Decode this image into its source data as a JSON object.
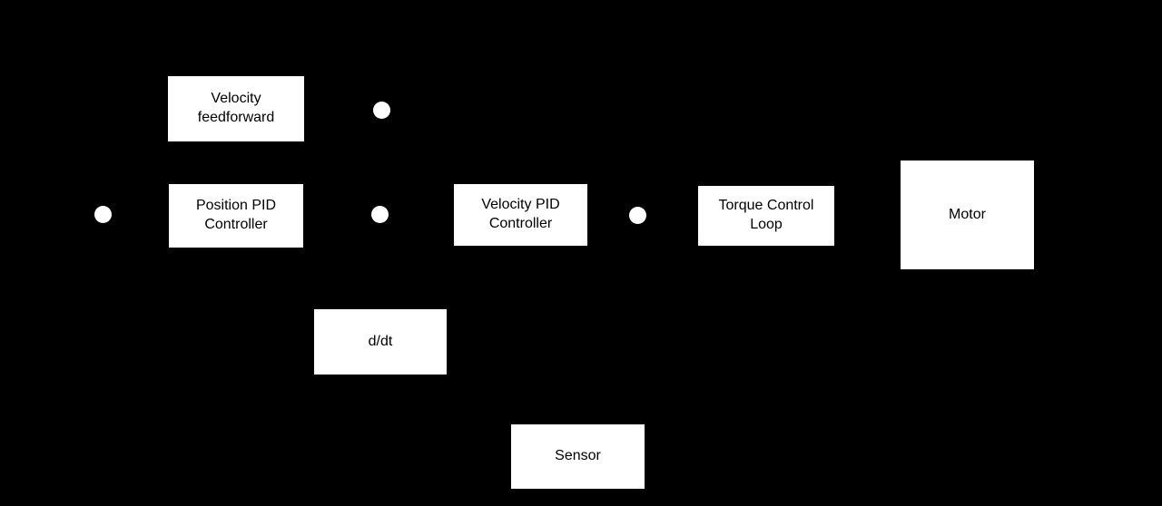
{
  "diagram": {
    "type": "control-system-block-diagram",
    "background_color": "#000000",
    "block_fill_color": "#ffffff",
    "block_text_color": "#000000",
    "junction_color": "#ffffff",
    "blocks": [
      {
        "id": "velocity-feedforward",
        "label": "Velocity feedforward"
      },
      {
        "id": "position-pid",
        "label": "Position PID Controller"
      },
      {
        "id": "velocity-pid",
        "label": "Velocity PID Controller"
      },
      {
        "id": "torque-loop",
        "label": "Torque Control Loop"
      },
      {
        "id": "motor",
        "label": "Motor"
      },
      {
        "id": "derivative",
        "label": "d/dt"
      },
      {
        "id": "sensor",
        "label": "Sensor"
      }
    ],
    "junctions": [
      {
        "id": "position-error",
        "shape": "circle"
      },
      {
        "id": "velocity-sum",
        "shape": "circle"
      },
      {
        "id": "velocity-error",
        "shape": "circle"
      },
      {
        "id": "torque-sum",
        "shape": "circle"
      }
    ]
  }
}
